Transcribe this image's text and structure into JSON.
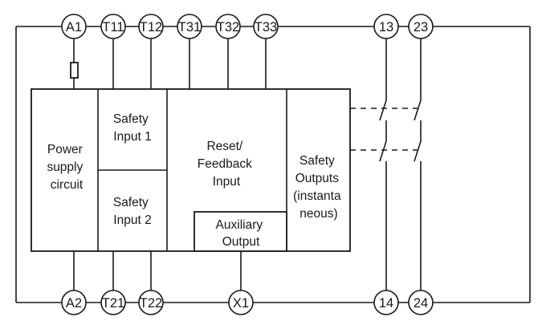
{
  "terminals_top": [
    "A1",
    "T11",
    "T12",
    "T31",
    "T32",
    "T33",
    "13",
    "23"
  ],
  "terminals_bottom": [
    "A2",
    "T21",
    "T22",
    "X1",
    "14",
    "24"
  ],
  "blocks": {
    "power_supply": [
      "Power",
      "supply",
      "circuit"
    ],
    "safety_input_1": [
      "Safety",
      "Input 1"
    ],
    "safety_input_2": [
      "Safety",
      "Input 2"
    ],
    "reset_feedback": [
      "Reset/",
      "Feedback",
      "Input"
    ],
    "auxiliary_output": [
      "Auxiliary",
      "Output"
    ],
    "safety_outputs": [
      "Safety",
      "Outputs",
      "(instanta",
      "neous)"
    ]
  }
}
